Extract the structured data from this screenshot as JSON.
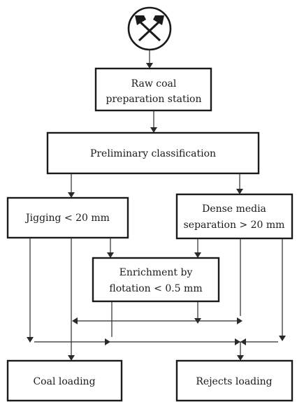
{
  "diagram": {
    "icon": "crossed-hammers-icon",
    "nodes": {
      "raw": {
        "line1": "Raw coal",
        "line2": "preparation station"
      },
      "preliminary": {
        "label": "Preliminary classification"
      },
      "jigging": {
        "label": "Jigging < 20 mm"
      },
      "dense": {
        "line1": "Dense media",
        "line2": "separation > 20 mm"
      },
      "flotation": {
        "line1": "Enrichment by",
        "line2": "flotation < 0.5 mm"
      },
      "coal": {
        "label": "Coal loading"
      },
      "rejects": {
        "label": "Rejects loading"
      }
    }
  }
}
